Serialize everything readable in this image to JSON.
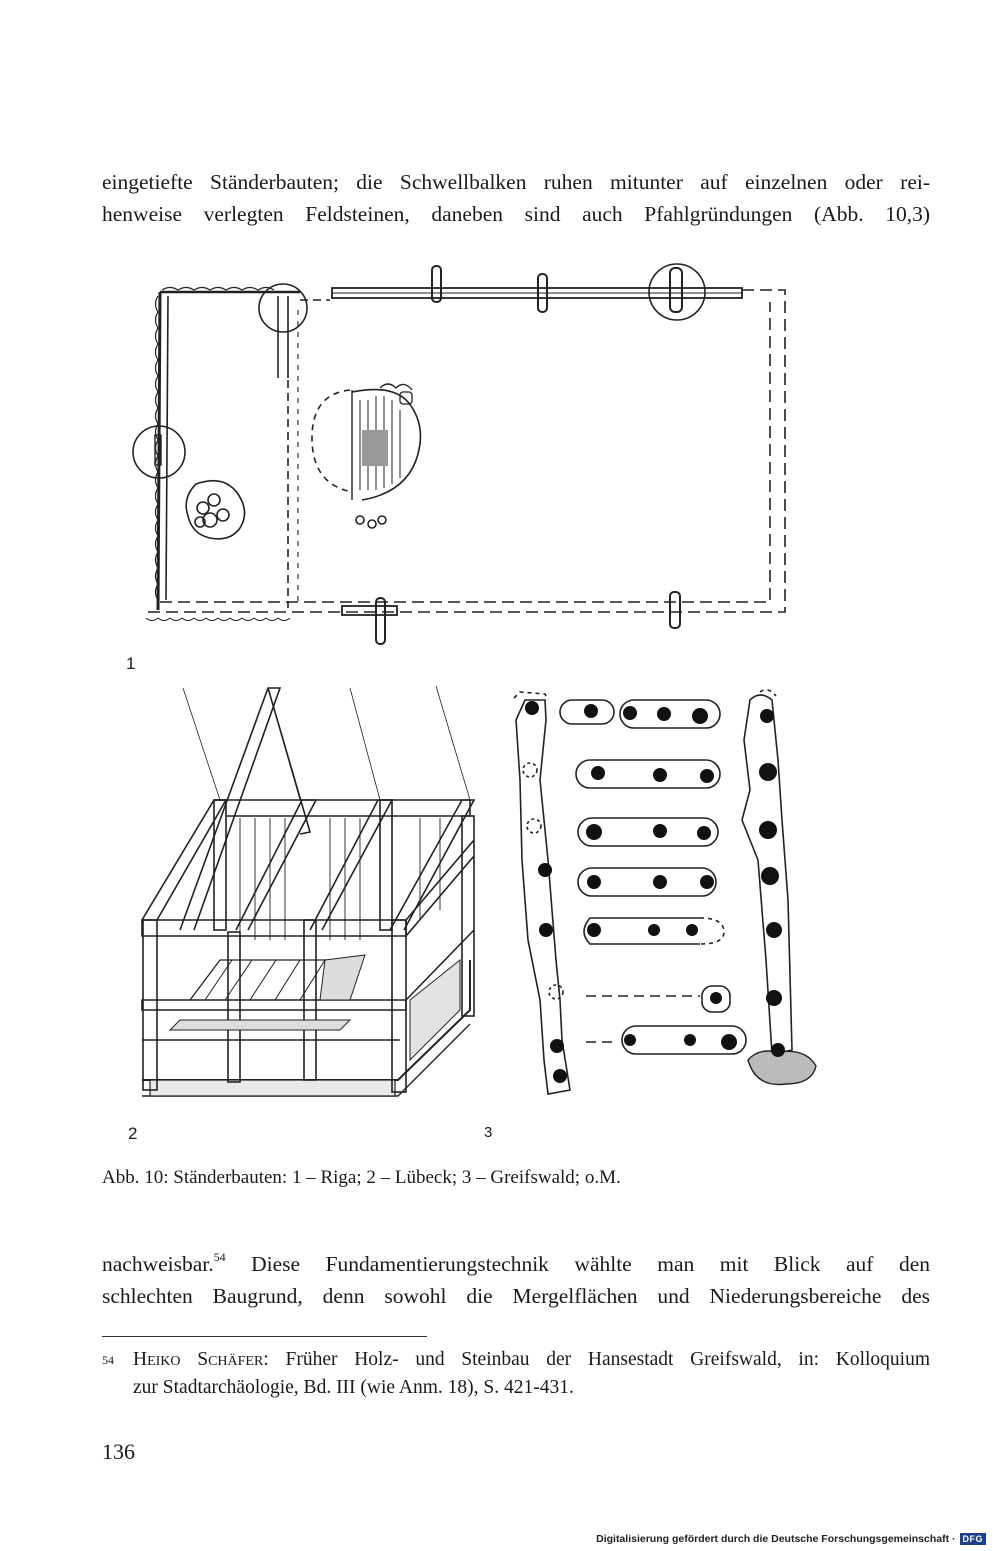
{
  "paragraph_top": {
    "line1": "eingetiefte Ständerbauten; die Schwellbalken ruhen mitunter auf einzelnen oder rei-",
    "line2": "henweise verlegten Feldsteinen, daneben sind auch Pfahlgründungen (Abb. 10,3)"
  },
  "figure": {
    "panel_label_1": "1",
    "panel_label_2": "2",
    "panel_label_3": "3",
    "caption": "Abb. 10: Ständerbauten: 1 – Riga; 2 – Lübeck; 3 – Greifswald; o.M."
  },
  "paragraph_bottom": {
    "line1_start": "nachweisbar.",
    "footnote_ref": "54",
    "line1_end": " Diese Fundamentierungstechnik wählte man mit Blick auf den",
    "line2": "schlechten Baugrund, denn sowohl die Mergelflächen und Niederungsbereiche des"
  },
  "footnote": {
    "number": "54",
    "author": "Heiko Schäfer",
    "line1_rest": ": Früher Holz- und Steinbau der Hansestadt Greifswald, in: Kolloquium",
    "line2": "zur Stadtarchäologie, Bd. III (wie Anm. 18), S. 421-431."
  },
  "page_number": "136",
  "footer": {
    "credit": "Digitalisierung gefördert durch die Deutsche Forschungsgemeinschaft ·",
    "logo": "DFG"
  }
}
